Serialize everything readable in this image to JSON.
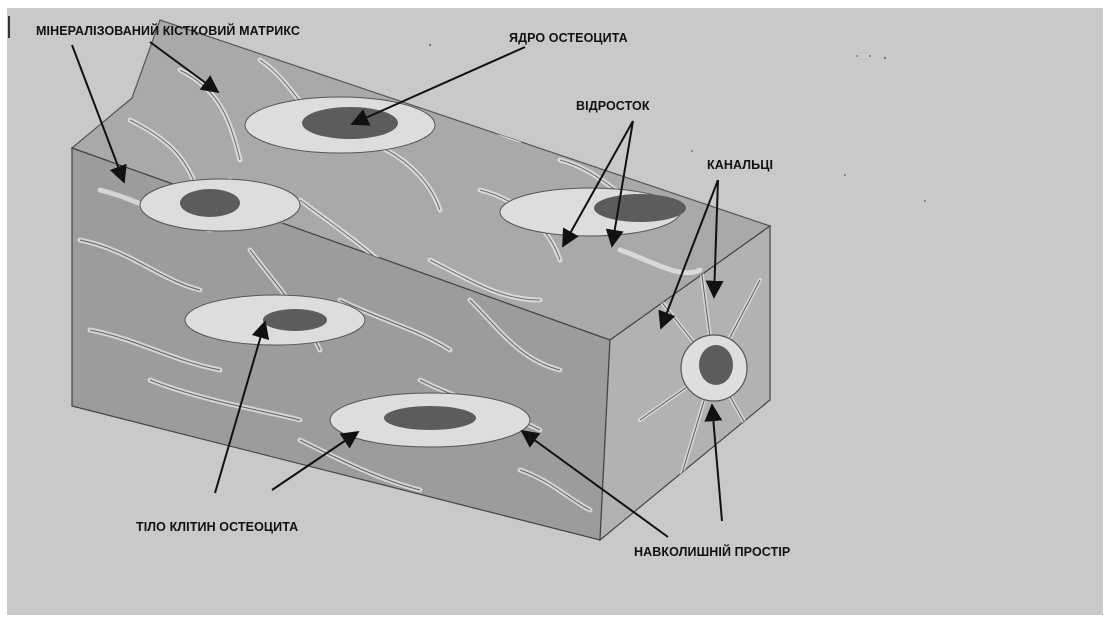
{
  "labels": {
    "matrix": "МІНЕРАЛІЗОВАНИЙ КІСТКОВИЙ МАТРИКС",
    "nucleus": "ЯДРО ОСТЕОЦИТА",
    "process": "ВІДРОСТОК",
    "canaliculi": "КАНАЛЬЦІ",
    "cell_body": "ТІЛО КЛІТИН ОСТЕОЦИТА",
    "surrounding_space": "НАВКОЛИШНІЙ ПРОСТІР"
  }
}
